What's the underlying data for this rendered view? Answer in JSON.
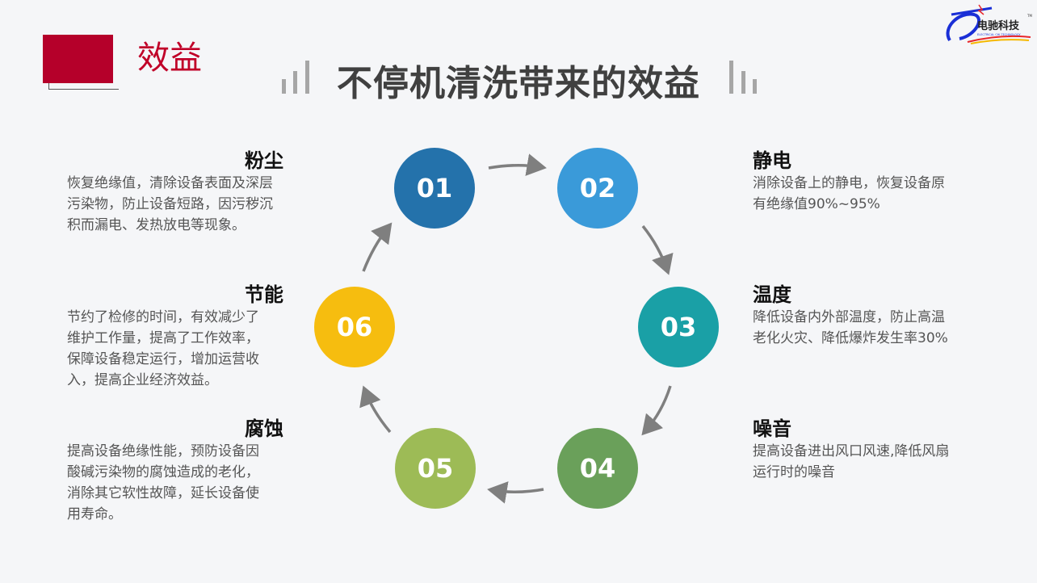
{
  "header": {
    "section_label": "效益",
    "title": "不停机清洗带来的效益",
    "logo_text": "电驰科技",
    "logo_subtext": "ELECTRICAL CHI TECHNOLOGY",
    "logo_tm": "™"
  },
  "colors": {
    "accent_red": "#b5002a",
    "title_gray": "#404040",
    "arrow_gray": "#7f7f7f"
  },
  "steps": [
    {
      "number": "01",
      "color": "#2472ab"
    },
    {
      "number": "02",
      "color": "#3a9ad9"
    },
    {
      "number": "03",
      "color": "#1aa0a6"
    },
    {
      "number": "04",
      "color": "#6aa05a"
    },
    {
      "number": "05",
      "color": "#9dbb56"
    },
    {
      "number": "06",
      "color": "#f6bd0f"
    }
  ],
  "items": {
    "dust": {
      "title": "粉尘",
      "lines": [
        "恢复绝缘值，清除设备表面及深层",
        "污染物，防止设备短路，因污秽沉",
        "积而漏电、发热放电等现象。"
      ]
    },
    "energy": {
      "title": "节能",
      "lines": [
        "节约了检修的时间，有效减少了",
        "维护工作量，提高了工作效率，",
        "保障设备稳定运行，增加运营收",
        "入，提高企业经济效益。"
      ]
    },
    "corrosion": {
      "title": "腐蚀",
      "lines": [
        "提高设备绝缘性能，预防设备因",
        "酸碱污染物的腐蚀造成的老化，",
        "消除其它软性故障，延长设备使",
        "用寿命。"
      ]
    },
    "static": {
      "title": "静电",
      "lines": [
        "消除设备上的静电，恢复设备原",
        "有绝缘值90%~95%"
      ]
    },
    "temperature": {
      "title": "温度",
      "lines": [
        "降低设备内外部温度，防止高温",
        "老化火灾、降低爆炸发生率30%"
      ]
    },
    "noise": {
      "title": "噪音",
      "lines": [
        "提高设备进出风口风速,降低风扇",
        "运行时的噪音"
      ]
    }
  }
}
